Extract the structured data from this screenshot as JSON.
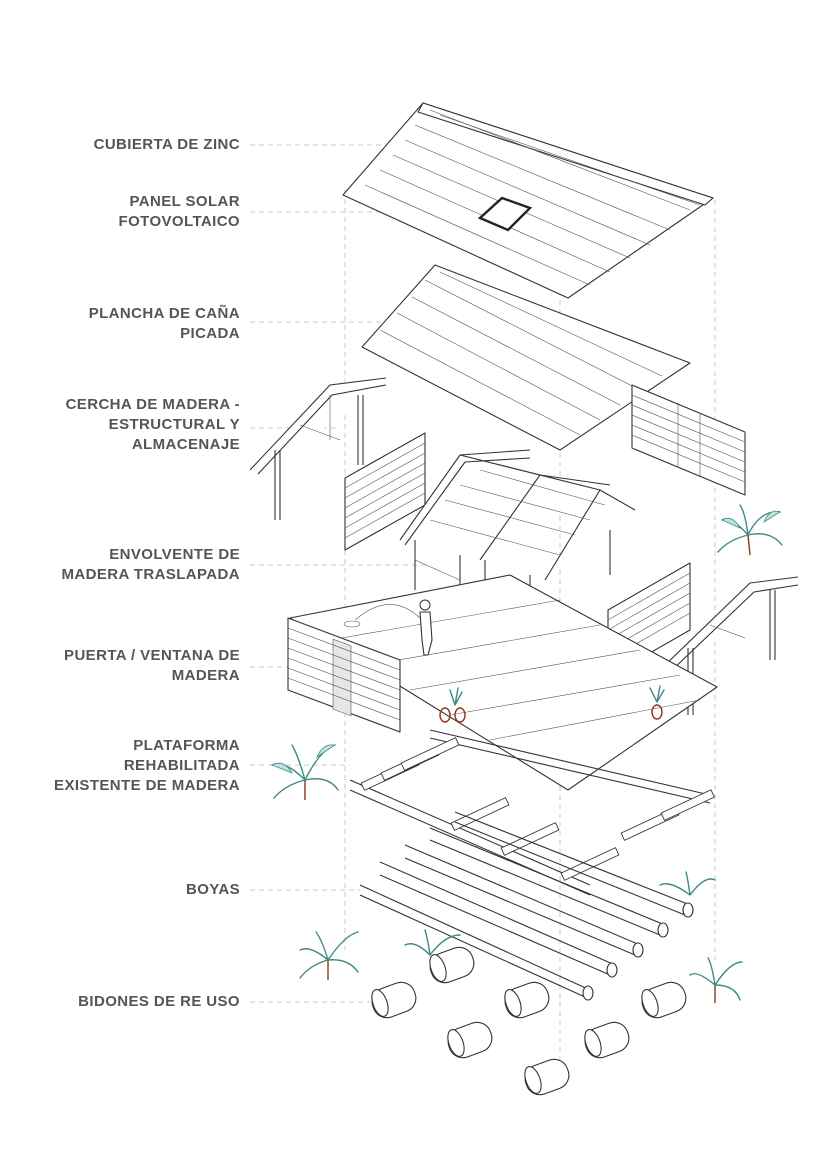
{
  "labels": [
    {
      "id": "cubierta",
      "lines": [
        "CUBIERTA DE ZINC"
      ]
    },
    {
      "id": "panel",
      "lines": [
        "PANEL SOLAR",
        "FOTOVOLTAICO"
      ]
    },
    {
      "id": "plancha",
      "lines": [
        "PLANCHA DE CAÑA",
        "PICADA"
      ]
    },
    {
      "id": "cercha",
      "lines": [
        "CERCHA DE MADERA -",
        "ESTRUCTURAL Y",
        "ALMACENAJE"
      ]
    },
    {
      "id": "envolvente",
      "lines": [
        "ENVOLVENTE DE",
        "MADERA TRASLAPADA"
      ]
    },
    {
      "id": "puerta",
      "lines": [
        "PUERTA / VENTANA DE",
        "MADERA"
      ]
    },
    {
      "id": "plataforma",
      "lines": [
        "PLATAFORMA",
        "REHABILITADA",
        "EXISTENTE DE MADERA"
      ]
    },
    {
      "id": "boyas",
      "lines": [
        "BOYAS"
      ]
    },
    {
      "id": "bidones",
      "lines": [
        "BIDONES DE RE USO"
      ]
    }
  ],
  "colors": {
    "label_text": "#555555",
    "line": "#333333",
    "guide": "#bbbbbb",
    "plant": "#3e8b85",
    "plant_fill": "#bfe3de",
    "pot": "#8a3a1a"
  }
}
